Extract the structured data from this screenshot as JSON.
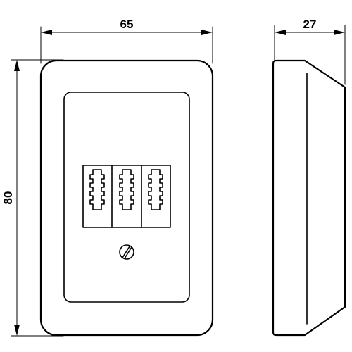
{
  "dimensions": {
    "width": "65",
    "height": "80",
    "depth": "27"
  },
  "colors": {
    "line": "#000000",
    "background": "#ffffff"
  },
  "icons": {
    "jack": "rj-socket-icon",
    "screw": "screw-icon",
    "arrow": "arrowhead-icon"
  }
}
